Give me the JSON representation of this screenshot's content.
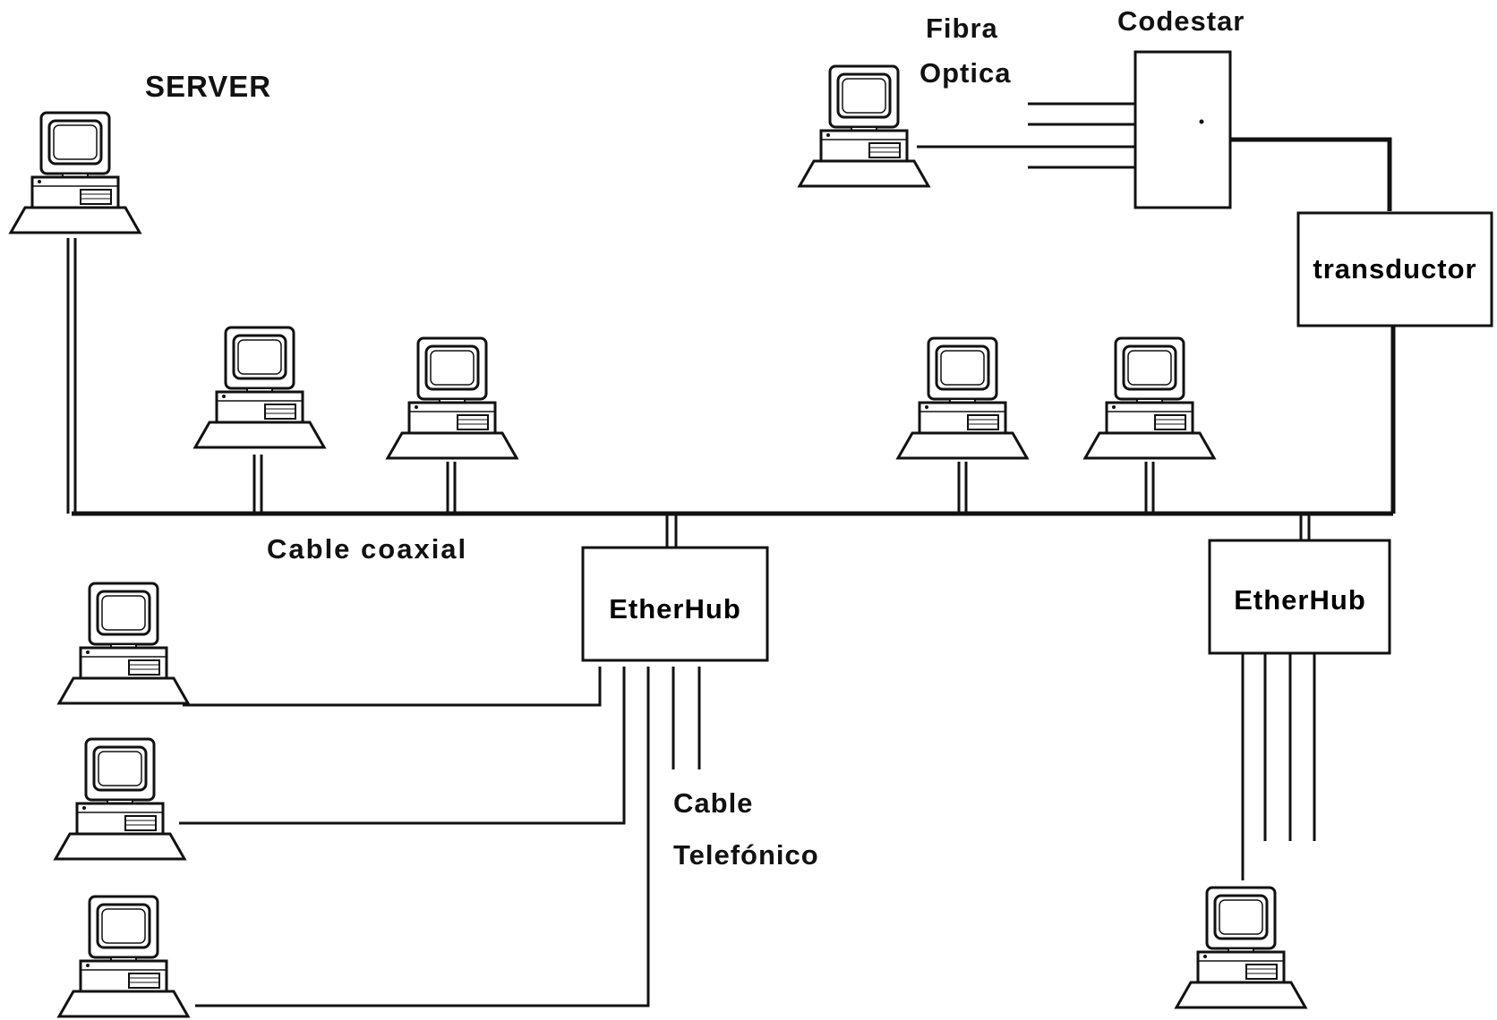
{
  "labels": {
    "server": "SERVER",
    "fibra": "Fibra",
    "optica": "Optica",
    "codestar": "Codestar",
    "transductor": "transductor",
    "cable_coaxial": "Cable coaxial",
    "etherhub_left": "EtherHub",
    "etherhub_right": "EtherHub",
    "cable": "Cable",
    "telefonico": "Telefónico"
  },
  "icons": {
    "computer": "computer-workstation-icon"
  },
  "colors": {
    "line": "#111111",
    "background": "#ffffff"
  }
}
